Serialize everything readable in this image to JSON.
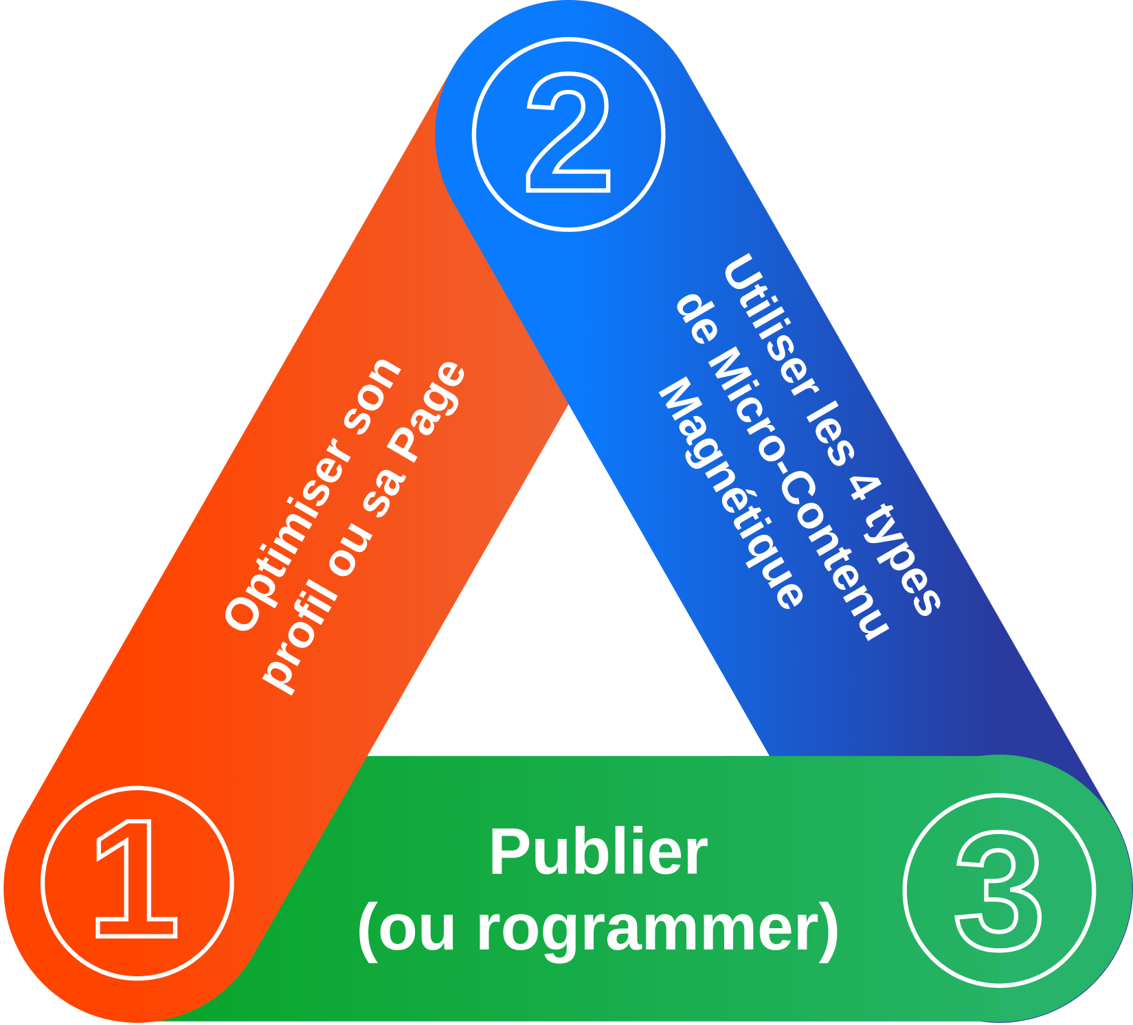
{
  "steps": [
    {
      "number": "1",
      "lines": [
        "Optimiser son",
        "profil ou sa Page"
      ],
      "color_start": "#FF4400",
      "color_end": "#F06030"
    },
    {
      "number": "2",
      "lines": [
        "Utiliser les 4 types",
        "de Micro-Contenu",
        "Magnétique"
      ],
      "color_start": "#0A7BFF",
      "color_end": "#2A3A9E"
    },
    {
      "number": "3",
      "lines": [
        "Publier",
        "(ou rogrammer)"
      ],
      "color_start": "#07A52A",
      "color_end": "#2AB56E"
    }
  ]
}
